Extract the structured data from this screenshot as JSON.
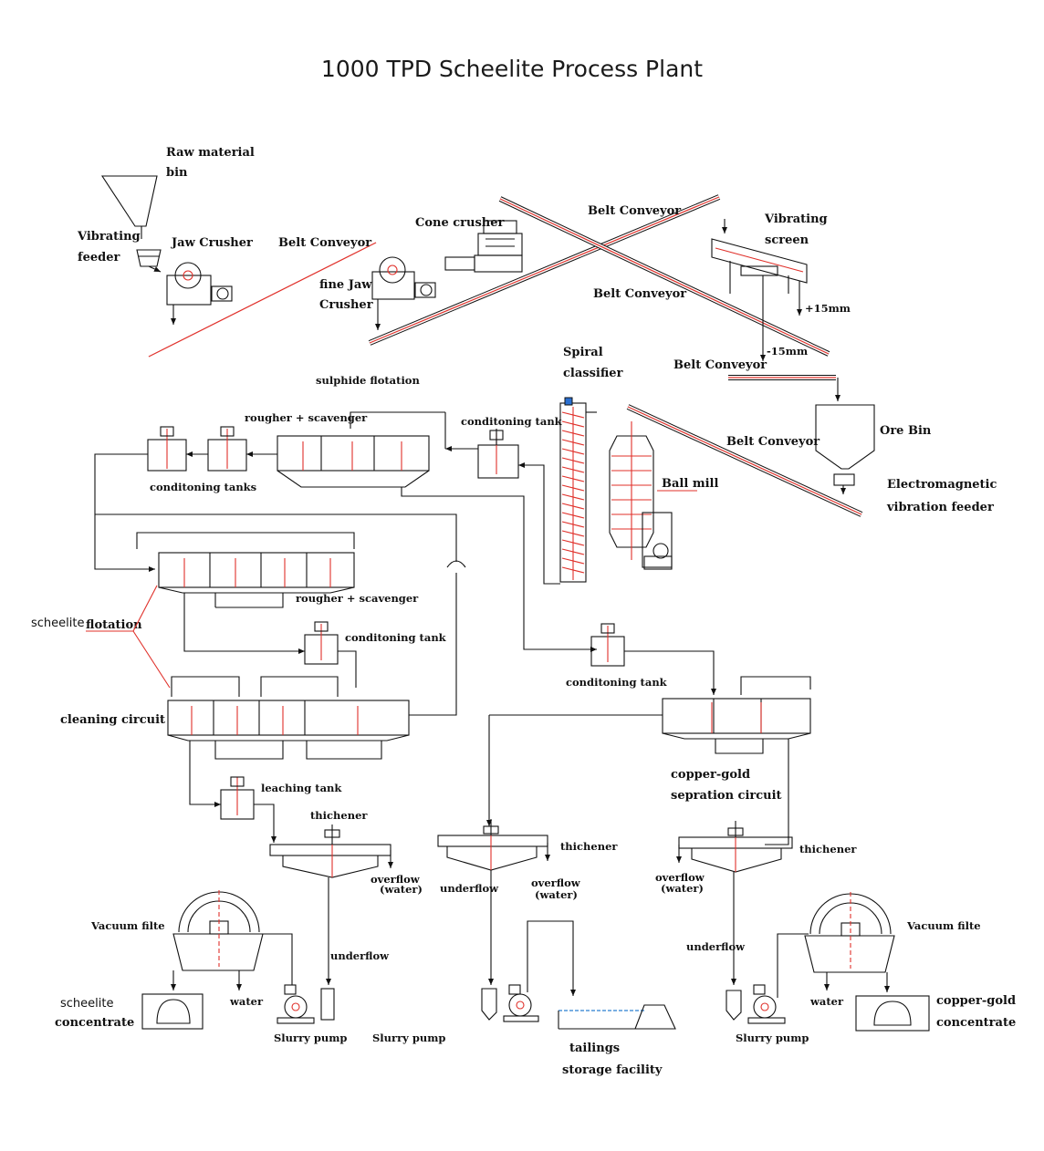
{
  "title": "1000 TPD Scheelite Process Plant",
  "colors": {
    "line": "#111111",
    "accent_red": "#e0302a",
    "water": "#2a7fd0"
  },
  "labels": {
    "raw_material_bin_1": "Raw material",
    "raw_material_bin_2": "bin",
    "vibrating_feeder_1": "Vibrating",
    "vibrating_feeder_2": "feeder",
    "jaw_crusher": "Jaw Crusher",
    "belt_conveyor_1": "Belt Conveyor",
    "fine_jaw_1": "fine Jaw",
    "fine_jaw_2": "Crusher",
    "cone_crusher": "Cone crusher",
    "belt_conveyor_2": "Belt Conveyor",
    "belt_conveyor_3": "Belt Conveyor",
    "vibrating_screen_1": "Vibrating",
    "vibrating_screen_2": "screen",
    "plus15": "+15mm",
    "minus15": "-15mm",
    "belt_conveyor_4": "Belt Conveyor",
    "spiral_1": "Spiral",
    "spiral_2": "classifier",
    "ore_bin": "Ore Bin",
    "belt_conveyor_5": "Belt Conveyor",
    "ball_mill": "Ball mill",
    "em_feeder_1": "Electromagnetic",
    "em_feeder_2": "vibration feeder",
    "sulphide_flotation": "sulphide flotation",
    "rougher_scavenger_1": "rougher + scavenger",
    "conditioning_tank_1": "conditoning tank",
    "conditioning_tanks": "conditoning tanks",
    "rougher_scavenger_2": "rougher + scavenger",
    "scheelite_flotation_1": "scheelite",
    "scheelite_flotation_2": "flotation",
    "conditioning_tank_2": "conditoning tank",
    "conditioning_tank_3": "conditoning tank",
    "cleaning_circuit": "cleaning circuit",
    "copper_gold_1": "copper-gold",
    "copper_gold_2": "sepration circuit",
    "leaching_tank": "leaching tank",
    "thickener_1": "thichener",
    "thickener_2": "thichener",
    "thickener_3": "thichener",
    "overflow_1a": "overflow",
    "overflow_1b": "(water)",
    "overflow_2a": "overflow",
    "overflow_2b": "(water)",
    "overflow_3a": "overflow",
    "overflow_3b": "(water)",
    "underflow_1": "underflow",
    "underflow_2": "underflow",
    "underflow_3": "underflow",
    "vacuum_filter_1": "Vacuum filte",
    "vacuum_filter_2": "Vacuum filte",
    "water_1": "water",
    "water_2": "water",
    "scheelite_conc_1": "scheelite",
    "scheelite_conc_2": "concentrate",
    "copper_gold_conc_1": "copper-gold",
    "copper_gold_conc_2": "concentrate",
    "slurry_pump_1": "Slurry pump",
    "slurry_pump_2": "Slurry pump",
    "slurry_pump_3": "Slurry pump",
    "tailings_1": "tailings",
    "tailings_2": "storage facility"
  }
}
